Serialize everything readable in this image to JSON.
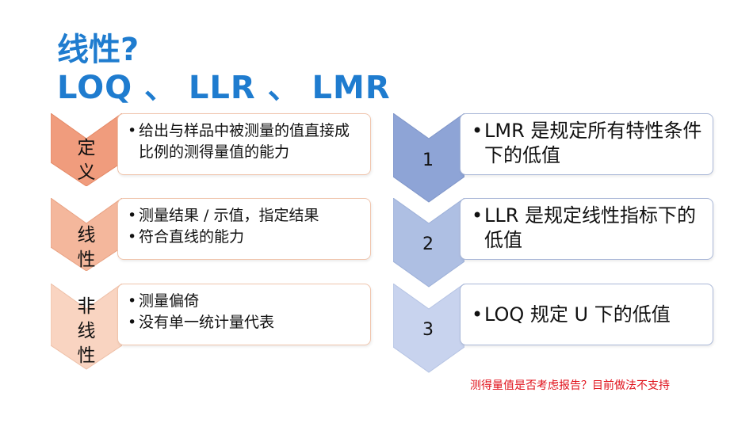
{
  "title": {
    "line1": "线性?",
    "line2": "LOQ 、 LLR 、 LMR"
  },
  "left_items": [
    {
      "label_lines": [
        "定",
        "义"
      ],
      "bullets": [
        "给出与样品中被测量的值直接成比例的测得量值的能力"
      ],
      "fill": "#f09c7d"
    },
    {
      "label_lines": [
        "线",
        "性"
      ],
      "bullets": [
        "测量结果 / 示值，指定结果",
        "符合直线的能力"
      ],
      "fill": "#f4b79c"
    },
    {
      "label_lines": [
        "非",
        "线",
        "性"
      ],
      "bullets": [
        "测量偏倚",
        "没有单一统计量代表"
      ],
      "fill": "#f9d4c1"
    }
  ],
  "right_items": [
    {
      "number": "1",
      "bullets": [
        "LMR 是规定所有特性条件下的低值"
      ],
      "fill": "#8ea4d6"
    },
    {
      "number": "2",
      "bullets": [
        "LLR 是规定线性指标下的低值"
      ],
      "fill": "#aebfe3"
    },
    {
      "number": "3",
      "bullets": [
        "LOQ 规定 U 下的低值"
      ],
      "fill": "#c8d3ee"
    }
  ],
  "note": "测得量值是否考虑报告？目前做法不支持"
}
